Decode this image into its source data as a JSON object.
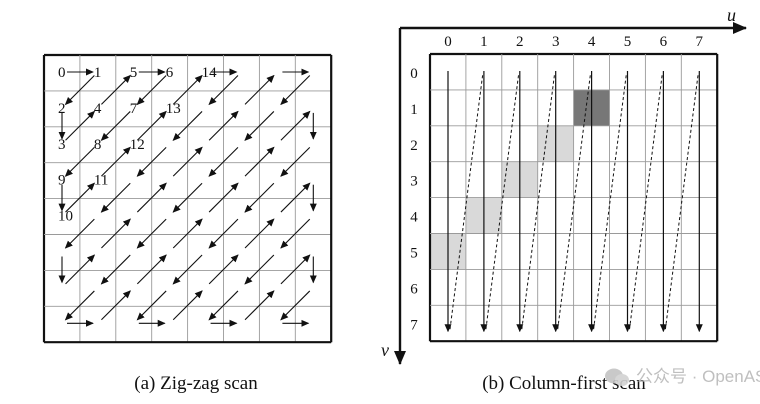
{
  "panel_a": {
    "caption": "(a) Zig-zag scan",
    "labels": [
      {
        "text": "0",
        "col": 0,
        "row": 0
      },
      {
        "text": "1",
        "col": 1,
        "row": 0
      },
      {
        "text": "5",
        "col": 2,
        "row": 0
      },
      {
        "text": "6",
        "col": 3,
        "row": 0
      },
      {
        "text": "14",
        "col": 4,
        "row": 0
      },
      {
        "text": "2",
        "col": 0,
        "row": 1
      },
      {
        "text": "4",
        "col": 1,
        "row": 1
      },
      {
        "text": "7",
        "col": 2,
        "row": 1
      },
      {
        "text": "13",
        "col": 3,
        "row": 1
      },
      {
        "text": "3",
        "col": 0,
        "row": 2
      },
      {
        "text": "8",
        "col": 1,
        "row": 2
      },
      {
        "text": "12",
        "col": 2,
        "row": 2
      },
      {
        "text": "9",
        "col": 0,
        "row": 3
      },
      {
        "text": "11",
        "col": 1,
        "row": 3
      },
      {
        "text": "10",
        "col": 0,
        "row": 4
      }
    ]
  },
  "panel_b": {
    "caption": "(b) Column-first scan",
    "u_label": "u",
    "v_label": "v",
    "col_labels": [
      "0",
      "1",
      "2",
      "3",
      "4",
      "5",
      "6",
      "7"
    ],
    "row_labels": [
      "0",
      "1",
      "2",
      "3",
      "4",
      "5",
      "6",
      "7"
    ],
    "shaded_cells": [
      {
        "col": 0,
        "row": 5,
        "shade": "light"
      },
      {
        "col": 1,
        "row": 4,
        "shade": "light"
      },
      {
        "col": 2,
        "row": 3,
        "shade": "light"
      },
      {
        "col": 3,
        "row": 2,
        "shade": "light"
      },
      {
        "col": 4,
        "row": 1,
        "shade": "dark"
      }
    ]
  },
  "watermark": "公众号 · OpenASIC",
  "colors": {
    "line": "#111111",
    "grid": "#9a9a9a",
    "light_shade": "#d9d9d9",
    "dark_shade": "#777777"
  }
}
